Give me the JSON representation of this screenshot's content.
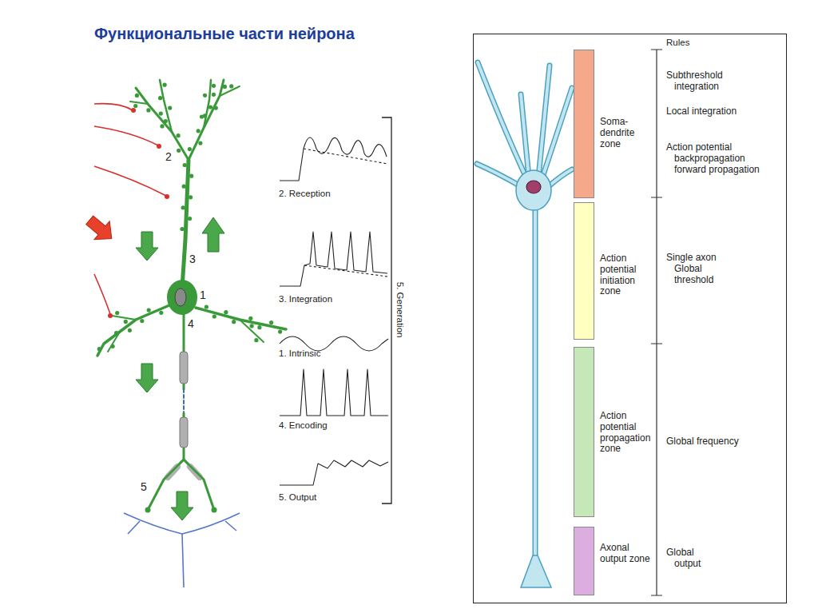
{
  "diagram": {
    "title": "Функциональные части нейрона",
    "nodes": [
      {
        "text": [
          "Soma-dendrite zone"
        ]
      },
      {
        "text": [
          "Action potential initiation zone"
        ]
      },
      {
        "text": [
          "Action potential propagation zone"
        ]
      },
      {
        "text": [
          "Axonal output zone"
        ]
      }
    ],
    "labels": [
      "Rules",
      "Subthreshold integration",
      "Local integration",
      "Action potential backpropagation forward propagation",
      "Single axon Global threshold",
      "Global frequency",
      "Global output",
      "2",
      "3",
      "1",
      "4",
      "5",
      "2. Reception",
      "3. Integration",
      "1. Intrinsic",
      "4. Encoding",
      "5. Output",
      "5. Generation"
    ]
  }
}
